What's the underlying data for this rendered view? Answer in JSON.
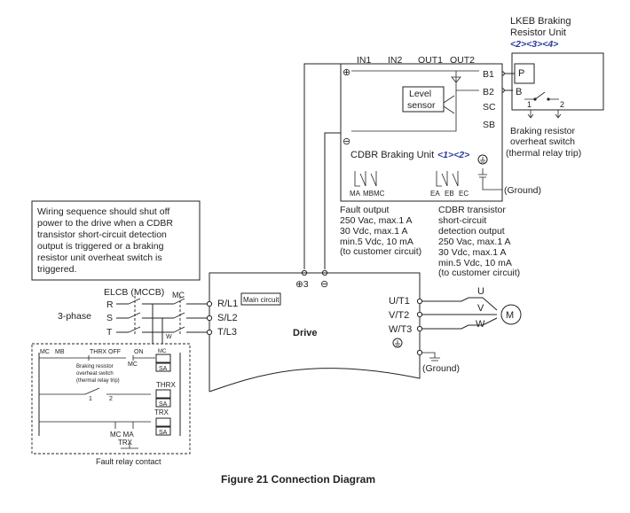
{
  "lkeb": {
    "title_line1": "LKEB Braking",
    "title_line2": "Resistor Unit",
    "refs": "<2><3><4>",
    "term_p": "P",
    "term_b": "B",
    "sw1": "1",
    "sw2": "2",
    "overheat_line1": "Braking resistor",
    "overheat_line2": "overheat switch",
    "overheat_line3": "(thermal relay trip)"
  },
  "cdbr": {
    "in1": "IN1",
    "in2": "IN2",
    "out1": "OUT1",
    "out2": "OUT2",
    "b1": "B1",
    "b2": "B2",
    "sc": "SC",
    "sb": "SB",
    "level_line1": "Level",
    "level_line2": "sensor",
    "unit_label": "CDBR Braking Unit",
    "unit_refs": "<1><2>",
    "ma": "MA",
    "mb": "MB",
    "mc": "MC",
    "ea": "EA",
    "eb": "EB",
    "ec": "EC",
    "ground": "(Ground)",
    "plus_sym": "⊕",
    "minus_sym": "⊖"
  },
  "fault_output": {
    "l1": "Fault output",
    "l2": "250 Vac, max.1 A",
    "l3": "30 Vdc, max.1 A",
    "l4": "min.5 Vdc, 10 mA",
    "l5": "(to customer circuit)"
  },
  "transistor_output": {
    "l1": "CDBR transistor",
    "l2": "short-circuit",
    "l3": "detection output",
    "l4": "250 Vac, max.1 A",
    "l5": "30 Vdc, max.1 A",
    "l6": "min.5 Vdc, 10 mA",
    "l7": "(to customer circuit)"
  },
  "note": {
    "l1": "Wiring sequence should shut off",
    "l2": "power to the drive when a CDBR",
    "l3": "transistor short-circuit detection",
    "l4": "output is triggered or a braking",
    "l5": "resistor unit overheat switch is",
    "l6": "triggered."
  },
  "drive": {
    "label": "Drive",
    "main_circuit": "Main circuit",
    "r_l1": "R/L1",
    "s_l2": "S/L2",
    "t_l3": "T/L3",
    "u_t1": "U/T1",
    "v_t2": "V/T2",
    "w_t3": "W/T3",
    "plus3": "⊕3",
    "minus": "⊖",
    "ground": "(Ground)",
    "u": "U",
    "v": "V",
    "w": "W",
    "motor": "M"
  },
  "supply": {
    "phase": "3-phase",
    "elcb": "ELCB (MCCB)",
    "mc": "MC",
    "r": "R",
    "s": "S",
    "t": "T",
    "w_mark": "W"
  },
  "sequence": {
    "mc": "MC",
    "mb": "MB",
    "thrx_off": "THRX OFF",
    "on": "ON",
    "mc2": "MC",
    "mc3": "MC",
    "sa1": "SA",
    "br_line1": "Braking resistor",
    "br_line2": "overheat switch",
    "br_line3": "(thermal relay trip)",
    "sw1": "1",
    "sw2": "2",
    "thrx": "THRX",
    "sa2": "SA",
    "trx": "TRX",
    "sa3": "SA",
    "mc_ma": "MC  MA",
    "trx2": "TRX",
    "fault_relay": "Fault relay contact"
  },
  "caption": "Figure 21  Connection Diagram"
}
